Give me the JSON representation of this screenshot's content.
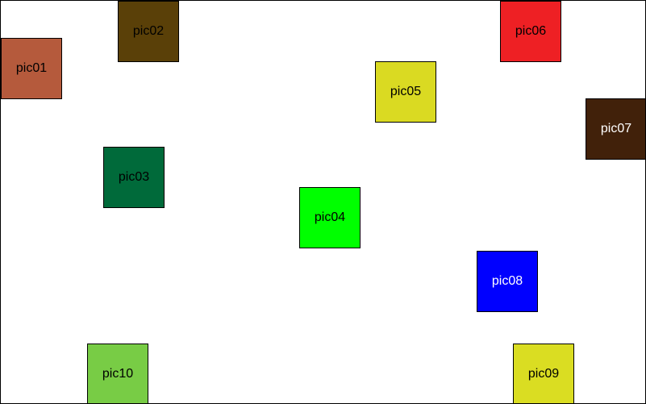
{
  "tiles": [
    {
      "label": "pic01",
      "bg": "#b55a3c",
      "fg": "#000000"
    },
    {
      "label": "pic02",
      "bg": "#5a4008",
      "fg": "#000000"
    },
    {
      "label": "pic03",
      "bg": "#006a3a",
      "fg": "#000000"
    },
    {
      "label": "pic04",
      "bg": "#00ff00",
      "fg": "#000000"
    },
    {
      "label": "pic05",
      "bg": "#dada22",
      "fg": "#000000"
    },
    {
      "label": "pic06",
      "bg": "#ee2024",
      "fg": "#000000"
    },
    {
      "label": "pic07",
      "bg": "#41210a",
      "fg": "#ffffff"
    },
    {
      "label": "pic08",
      "bg": "#0000ff",
      "fg": "#ffffff"
    },
    {
      "label": "pic09",
      "bg": "#dadd22",
      "fg": "#000000"
    },
    {
      "label": "pic10",
      "bg": "#78cc45",
      "fg": "#000000"
    }
  ]
}
